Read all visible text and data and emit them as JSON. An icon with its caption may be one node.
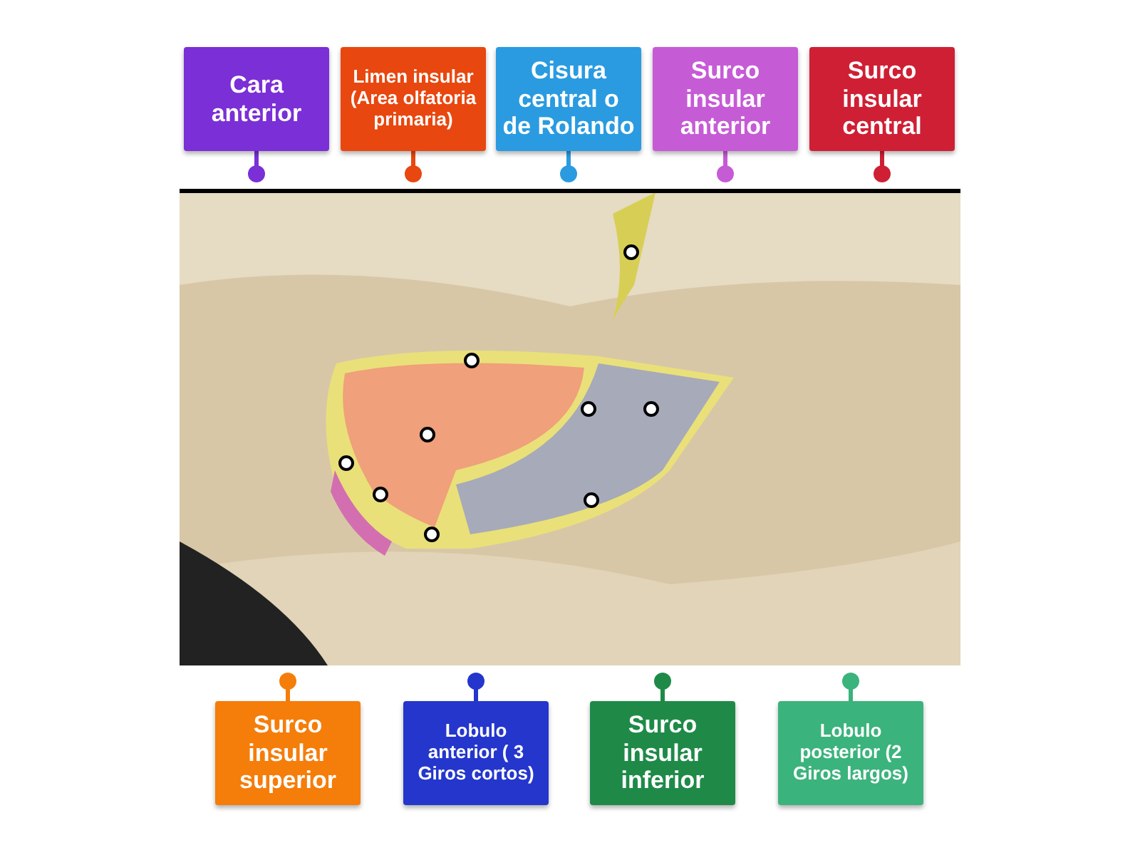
{
  "diagram": {
    "nodes": [
      {
        "text": [
          "Cara anterior"
        ]
      },
      {
        "text": [
          "Limen insular (Area olfatoria primaria)"
        ]
      },
      {
        "text": [
          "Cisura central o de Rolando"
        ]
      },
      {
        "text": [
          "Surco insular anterior"
        ]
      },
      {
        "text": [
          "Surco insular central"
        ]
      },
      {
        "text": [
          "Surco insular superior"
        ]
      },
      {
        "text": [
          "Lobulo anterior ( 3 Giros cortos)"
        ]
      },
      {
        "text": [
          "Surco insular inferior"
        ]
      },
      {
        "text": [
          "Lobulo posterior (2 Giros largos)"
        ]
      }
    ]
  }
}
